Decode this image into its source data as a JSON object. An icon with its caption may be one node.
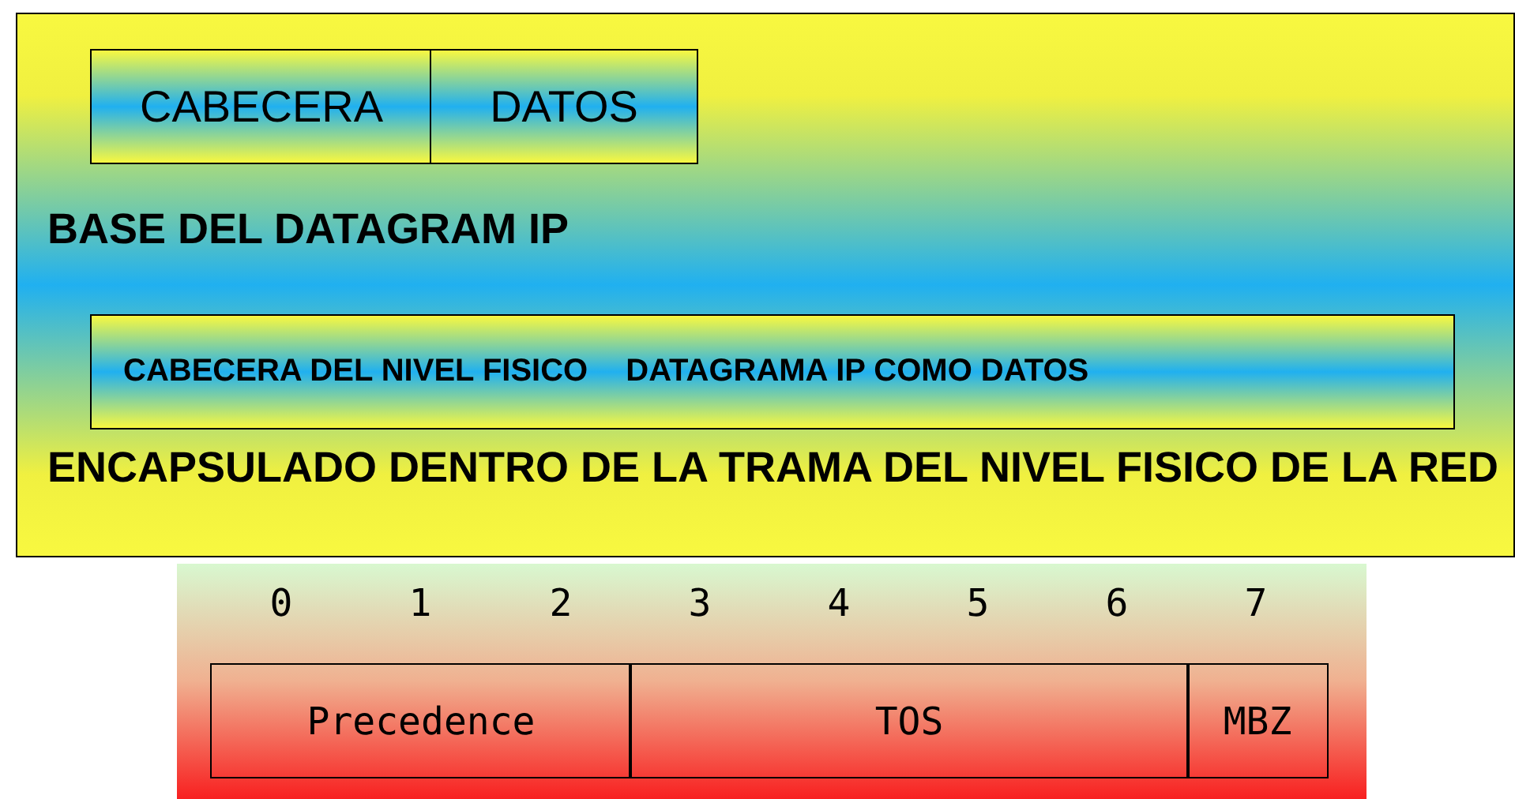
{
  "diagram": {
    "nodes": [
      {
        "text": [
          "CABECERA"
        ]
      },
      {
        "text": [
          "DATOS"
        ]
      },
      {
        "text": [
          "CABECERA DEL NIVEL FISICO",
          "DATAGRAMA IP COMO DATOS"
        ]
      },
      {
        "text": [
          "Precedence"
        ]
      },
      {
        "text": [
          "TOS"
        ]
      },
      {
        "text": [
          "MBZ"
        ]
      }
    ],
    "edges": [],
    "labels": [
      "BASE DEL DATAGRAM IP",
      "ENCAPSULADO DENTRO DE LA TRAMA DEL NIVEL FISICO DE LA RED",
      "0",
      "1",
      "2",
      "3",
      "4",
      "5",
      "6",
      "7"
    ]
  }
}
